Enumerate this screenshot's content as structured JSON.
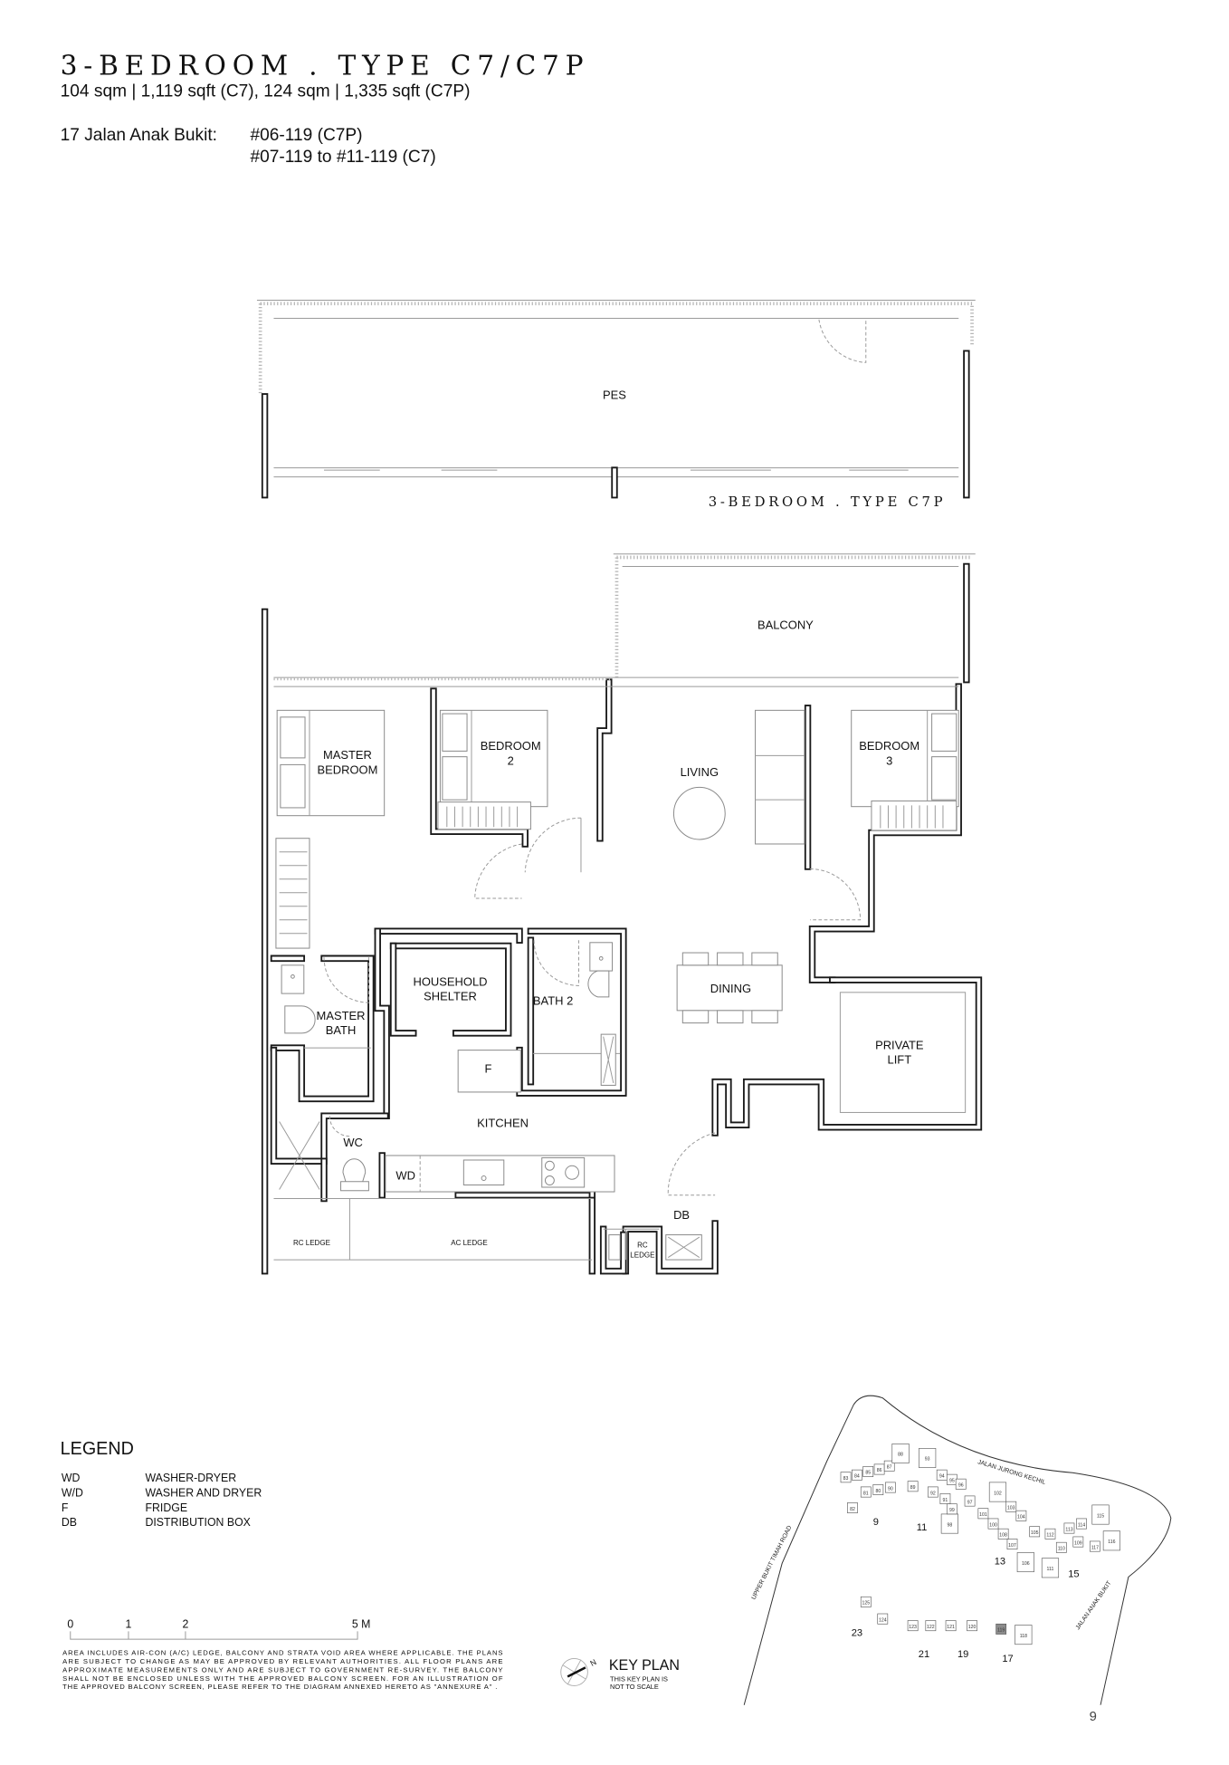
{
  "header": {
    "title": "3-BEDROOM . TYPE C7/C7P",
    "area": "104 sqm | 1,119 sqft (C7), 124 sqm | 1,335 sqft (C7P)",
    "address_label": "17 Jalan Anak Bukit:",
    "units_line1": "#06-119 (C7P)",
    "units_line2": "#07-119 to #11-119 (C7)"
  },
  "c7p_plan": {
    "pes_label": "PES",
    "caption": "3-BEDROOM . TYPE C7P"
  },
  "rooms": {
    "balcony": "BALCONY",
    "master_bedroom_1": "MASTER",
    "master_bedroom_2": "BEDROOM",
    "bedroom2_1": "BEDROOM",
    "bedroom2_2": "2",
    "living": "LIVING",
    "bedroom3_1": "BEDROOM",
    "bedroom3_2": "3",
    "household_shelter_1": "HOUSEHOLD",
    "household_shelter_2": "SHELTER",
    "master_bath_1": "MASTER",
    "master_bath_2": "BATH",
    "bath2": "BATH 2",
    "dining": "DINING",
    "private_lift_1": "PRIVATE",
    "private_lift_2": "LIFT",
    "fridge": "F",
    "kitchen": "KITCHEN",
    "wc": "WC",
    "wd": "WD",
    "db": "DB",
    "rc_ledge_left": "RC LEDGE",
    "ac_ledge": "AC LEDGE",
    "rc_ledge_right_1": "RC",
    "rc_ledge_right_2": "LEDGE"
  },
  "legend": {
    "title": "LEGEND",
    "items": [
      {
        "code": "WD",
        "desc": "WASHER-DRYER"
      },
      {
        "code": "W/D",
        "desc": "WASHER AND DRYER"
      },
      {
        "code": "F",
        "desc": "FRIDGE"
      },
      {
        "code": "DB",
        "desc": "DISTRIBUTION BOX"
      }
    ]
  },
  "scale_bar": {
    "labels": [
      "0",
      "1",
      "2",
      "5 M"
    ]
  },
  "disclaimer": [
    "AREA INCLUDES AIR-CON (A/C) LEDGE, BALCONY AND STRATA VOID AREA WHERE APPLICABLE. THE PLANS",
    "ARE SUBJECT TO CHANGE AS MAY BE APPROVED BY RELEVANT AUTHORITIES. ALL FLOOR PLANS ARE",
    "APPROXIMATE MEASUREMENTS ONLY AND ARE SUBJECT TO GOVERNMENT RE-SURVEY. THE BALCONY",
    "SHALL NOT BE ENCLOSED UNLESS WITH THE APPROVED BALCONY SCREEN. FOR AN ILLUSTRATION OF",
    "THE APPROVED BALCONY SCREEN, PLEASE REFER TO THE DIAGRAM ANNEXED HERETO AS \"ANNEXURE A\" ."
  ],
  "key_plan": {
    "title": "KEY PLAN",
    "note_1": "THIS KEY PLAN IS",
    "note_2": "NOT TO SCALE",
    "compass_label": "N",
    "roads": [
      "JALAN JURONG KECHIL",
      "UPPER BUKIT TIMAH ROAD",
      "JALAN ANAK BUKIT"
    ],
    "blocks": [
      "9",
      "11",
      "13",
      "15",
      "23",
      "21",
      "19",
      "17"
    ],
    "units": [
      "82",
      "83",
      "84",
      "85",
      "86",
      "87",
      "88",
      "89",
      "90",
      "91",
      "80",
      "81",
      "92",
      "93",
      "94",
      "95",
      "96",
      "97",
      "98",
      "99",
      "100",
      "101",
      "102",
      "103",
      "104",
      "105",
      "106",
      "107",
      "108",
      "109",
      "110",
      "111",
      "112",
      "113",
      "114",
      "115",
      "116",
      "117",
      "118",
      "119",
      "120",
      "121",
      "122",
      "123",
      "124",
      "125"
    ],
    "highlighted_unit": "119",
    "highlight_color": "#8c8c8c"
  },
  "page_number": "9"
}
